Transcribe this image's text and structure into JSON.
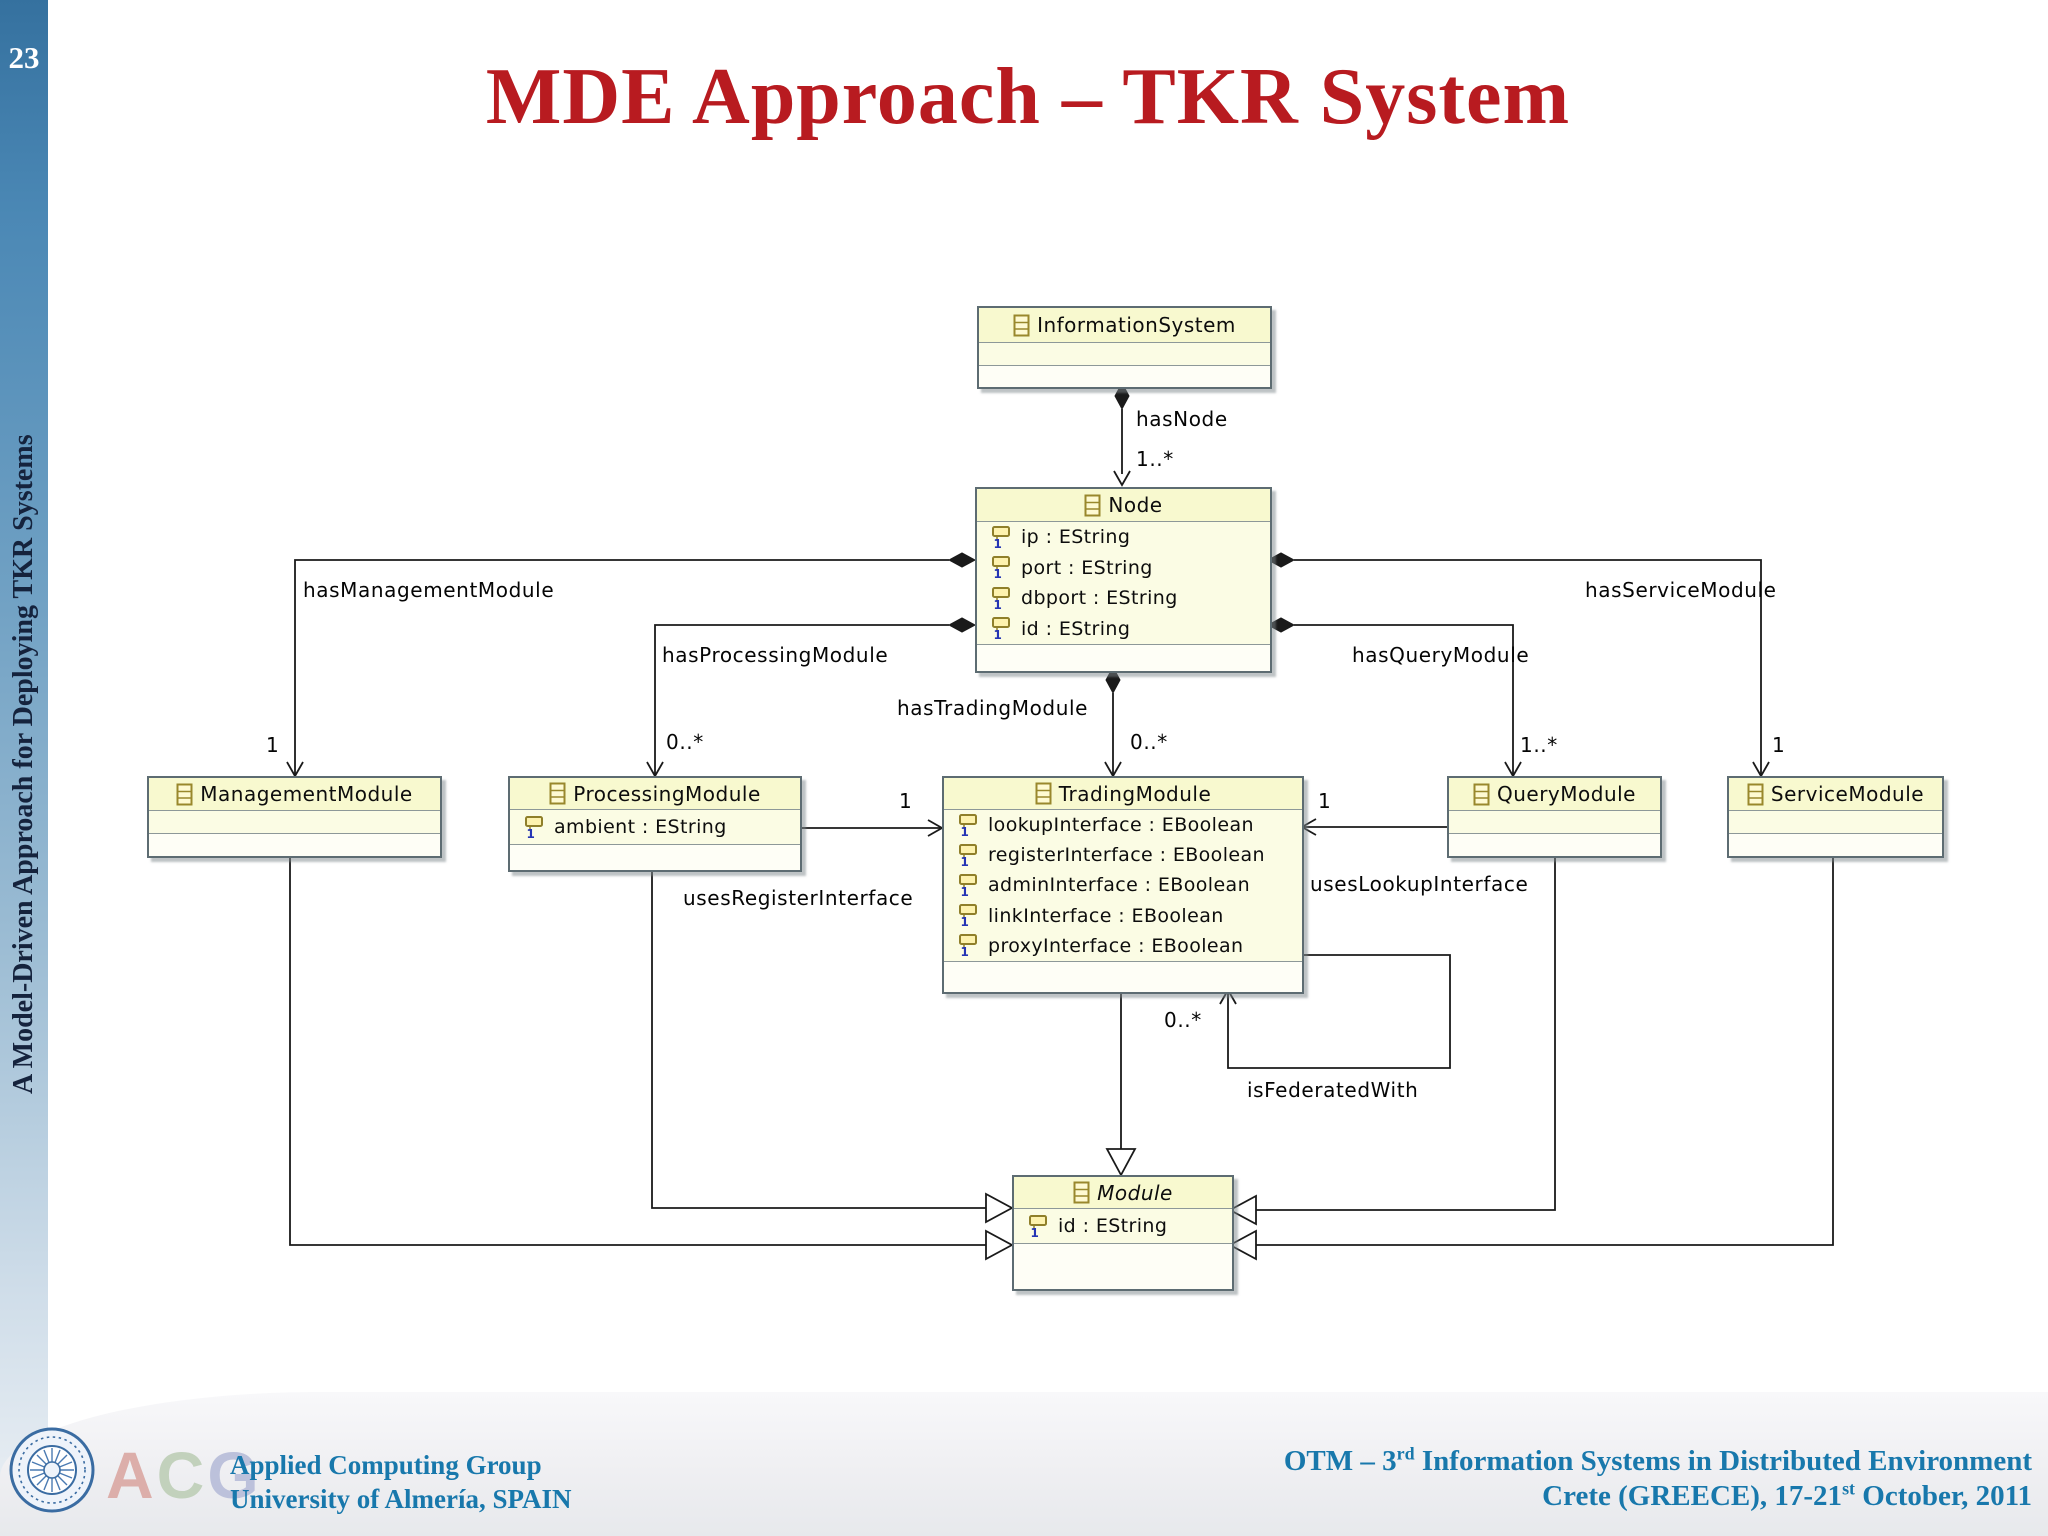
{
  "slide": {
    "page_number": "23",
    "title": "MDE Approach – TKR System",
    "sidebar_text": "A Model-Driven Approach for Deploying TKR Systems"
  },
  "colors": {
    "title_red": "#b81b20",
    "footer_teal": "#1878ac",
    "box_fill_title": "#f8f9cf",
    "box_fill_attr": "#fbfce4",
    "box_fill_ops": "#fefef6",
    "box_border": "#5d6c72",
    "edge_black": "#1a1a1a",
    "acg_a": "#dcaeaa",
    "acg_c": "#c2d1bc",
    "acg_g": "#bcc1db"
  },
  "icons": {
    "class_icon": "eclass-icon",
    "attribute_icon": "eattribute-icon",
    "containment_end": "filled-diamond",
    "navigable_end": "open-arrow",
    "generalization_end": "hollow-triangle"
  },
  "diagram": {
    "classes": [
      {
        "name": "InformationSystem",
        "abstract": false,
        "attrs": []
      },
      {
        "name": "Node",
        "abstract": false,
        "attrs": [
          "ip : EString",
          "port : EString",
          "dbport : EString",
          "id : EString"
        ]
      },
      {
        "name": "ManagementModule",
        "abstract": false,
        "attrs": []
      },
      {
        "name": "ProcessingModule",
        "abstract": false,
        "attrs": [
          "ambient : EString"
        ]
      },
      {
        "name": "TradingModule",
        "abstract": false,
        "attrs": [
          "lookupInterface : EBoolean",
          "registerInterface : EBoolean",
          "adminInterface : EBoolean",
          "linkInterface : EBoolean",
          "proxyInterface : EBoolean"
        ]
      },
      {
        "name": "QueryModule",
        "abstract": false,
        "attrs": []
      },
      {
        "name": "ServiceModule",
        "abstract": false,
        "attrs": []
      },
      {
        "name": "Module",
        "abstract": true,
        "attrs": [
          "id : EString"
        ]
      }
    ],
    "relations": [
      {
        "id": "hasNode",
        "label": "hasNode",
        "multiplicity": "1..*",
        "from": "InformationSystem",
        "to": "Node",
        "type": "containment"
      },
      {
        "id": "hasManagementModule",
        "label": "hasManagementModule",
        "multiplicity": "1",
        "from": "Node",
        "to": "ManagementModule",
        "type": "containment"
      },
      {
        "id": "hasProcessingModule",
        "label": "hasProcessingModule",
        "multiplicity": "0..*",
        "from": "Node",
        "to": "ProcessingModule",
        "type": "containment"
      },
      {
        "id": "hasTradingModule",
        "label": "hasTradingModule",
        "multiplicity": "0..*",
        "from": "Node",
        "to": "TradingModule",
        "type": "containment"
      },
      {
        "id": "hasQueryModule",
        "label": "hasQueryModule",
        "multiplicity": "1..*",
        "from": "Node",
        "to": "QueryModule",
        "type": "containment"
      },
      {
        "id": "hasServiceModule",
        "label": "hasServiceModule",
        "multiplicity": "1",
        "from": "Node",
        "to": "ServiceModule",
        "type": "containment"
      },
      {
        "id": "usesRegisterInterface",
        "label": "usesRegisterInterface",
        "multiplicity": "1",
        "from": "ProcessingModule",
        "to": "TradingModule",
        "type": "reference"
      },
      {
        "id": "usesLookupInterface",
        "label": "usesLookupInterface",
        "multiplicity": "1",
        "from": "QueryModule",
        "to": "TradingModule",
        "type": "reference"
      },
      {
        "id": "isFederatedWith",
        "label": "isFederatedWith",
        "multiplicity": "0..*",
        "from": "TradingModule",
        "to": "TradingModule",
        "type": "reference"
      },
      {
        "id": "gen-management",
        "from": "ManagementModule",
        "to": "Module",
        "type": "generalization"
      },
      {
        "id": "gen-processing",
        "from": "ProcessingModule",
        "to": "Module",
        "type": "generalization"
      },
      {
        "id": "gen-trading",
        "from": "TradingModule",
        "to": "Module",
        "type": "generalization"
      },
      {
        "id": "gen-query",
        "from": "QueryModule",
        "to": "Module",
        "type": "generalization"
      },
      {
        "id": "gen-service",
        "from": "ServiceModule",
        "to": "Module",
        "type": "generalization"
      }
    ]
  },
  "footer": {
    "acg_letters": [
      "A",
      "C",
      "G"
    ],
    "org_line1": "Applied Computing Group",
    "org_line2": "University of Almería, SPAIN",
    "conf1_pre": "OTM – 3",
    "conf1_sup": "rd",
    "conf1_post": " Information Systems in Distributed Environment",
    "conf2_pre": "Crete (GREECE), 17-21",
    "conf2_sup": "st",
    "conf2_post": " October, 2011"
  }
}
